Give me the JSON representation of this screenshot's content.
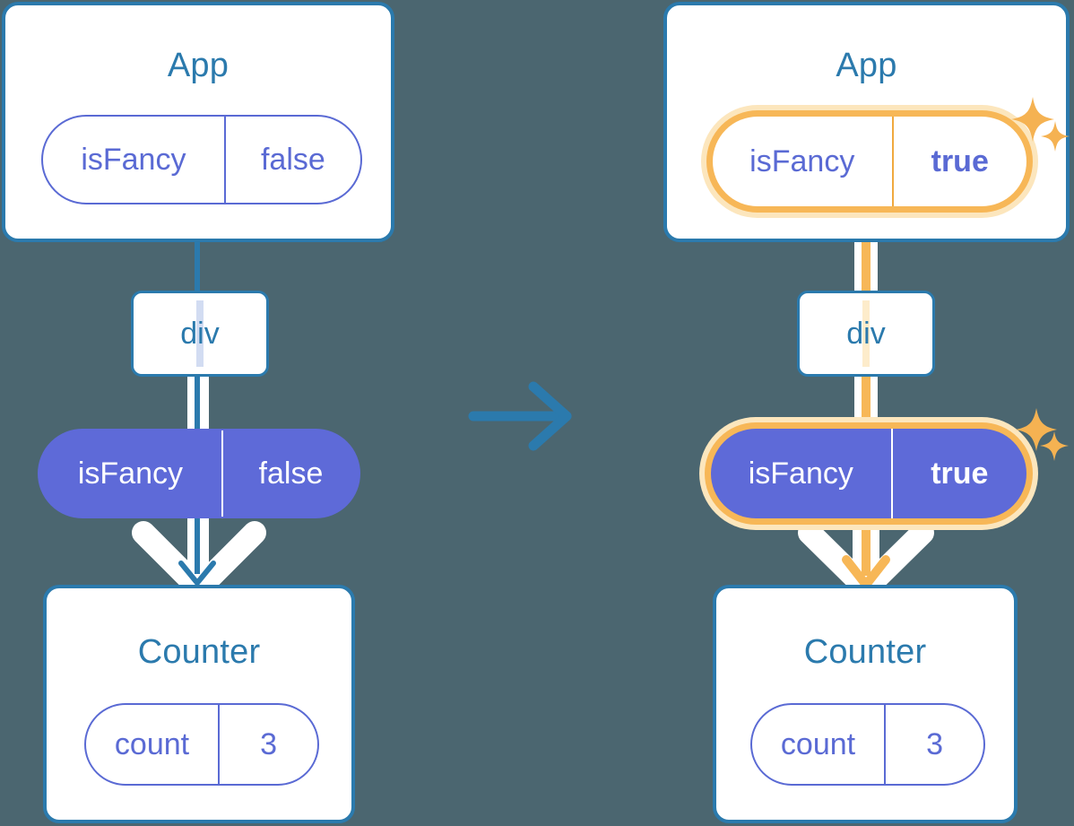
{
  "diagram": {
    "title_left": "App",
    "title_right": "App",
    "background_color": "#4b6670",
    "transition_arrow": "arrow-right-icon"
  },
  "colors": {
    "card_border": "#2b7aad",
    "card_title": "#2b7aad",
    "pill_purple": "#5e6ad8",
    "pill_outline": "#5a6ad4",
    "highlight_orange": "#f7b757",
    "highlight_halo": "#fce6bd",
    "connector_blue": "#2b7aad",
    "connector_white": "#ffffff",
    "text_white": "#ffffff",
    "background": "#4b6670"
  },
  "left": {
    "app_card": {
      "title": "App",
      "state_pill": {
        "key": "isFancy",
        "value": "false",
        "highlighted": false,
        "filled": false,
        "value_bold": false
      }
    },
    "div_node": {
      "label": "div"
    },
    "prop_pill": {
      "key": "isFancy",
      "value": "false",
      "highlighted": false,
      "filled": true,
      "value_bold": false
    },
    "counter_card": {
      "title": "Counter",
      "state_pill": {
        "key": "count",
        "value": "3",
        "highlighted": false,
        "filled": false,
        "value_bold": false
      }
    }
  },
  "right": {
    "app_card": {
      "title": "App",
      "state_pill": {
        "key": "isFancy",
        "value": "true",
        "highlighted": true,
        "filled": false,
        "value_bold": true
      },
      "sparkles": [
        "sparkle-large",
        "sparkle-small"
      ]
    },
    "div_node": {
      "label": "div"
    },
    "prop_pill": {
      "key": "isFancy",
      "value": "true",
      "highlighted": true,
      "filled": true,
      "value_bold": true
    },
    "counter_card": {
      "title": "Counter",
      "state_pill": {
        "key": "count",
        "value": "3",
        "highlighted": false,
        "filled": false,
        "value_bold": false
      }
    }
  }
}
